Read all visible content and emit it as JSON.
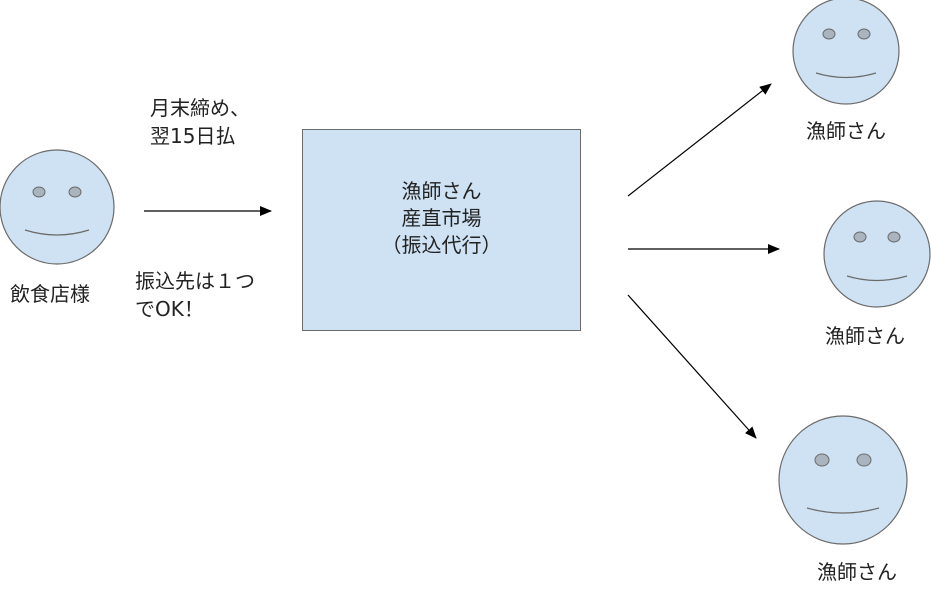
{
  "colors": {
    "face_fill": "#cfe2f3",
    "face_stroke": "#6b6b6b",
    "eye_fill": "#a9b4bf",
    "box_fill": "#cfe2f3",
    "arrow": "#000000"
  },
  "customer": {
    "label": "飲食店様"
  },
  "payment_terms": {
    "line1": "月末締め、",
    "line2": "翌15日払"
  },
  "single_payee_note": {
    "line1": "振込先は１つ",
    "line2": "でOK！"
  },
  "center_box": {
    "line1": "漁師さん",
    "line2": "産直市場",
    "line3": "（振込代行）"
  },
  "fishermen": [
    {
      "label": "漁師さん"
    },
    {
      "label": "漁師さん"
    },
    {
      "label": "漁師さん"
    }
  ]
}
